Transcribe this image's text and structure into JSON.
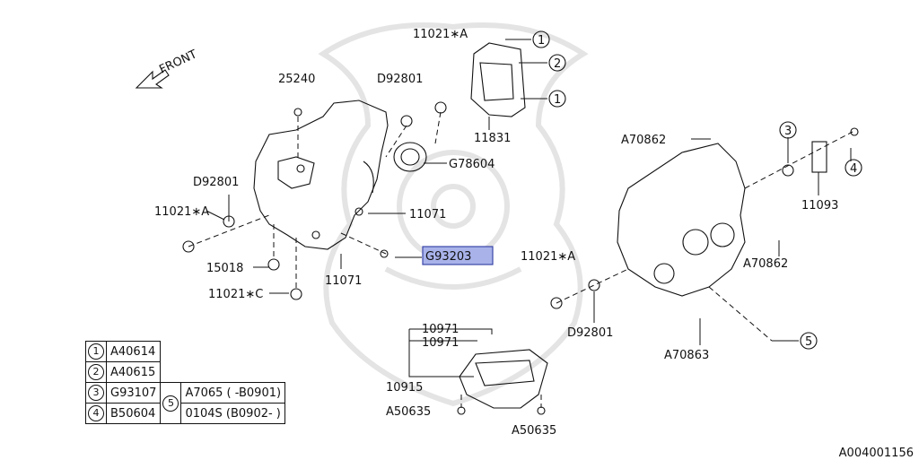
{
  "direction_label": "FRONT",
  "callouts": {
    "c1": "11021∗A",
    "c2": "25240",
    "c3": "D92801",
    "c4": "11831",
    "c5": "G78604",
    "c6": "A70862",
    "c7": "11093",
    "c8": "D92801",
    "c9": "11021∗A",
    "c10": "11071",
    "c11": "G93203",
    "c12": "15018",
    "c13": "11071",
    "c14": "11021∗C",
    "c15": "11021∗A",
    "c16": "A70862",
    "c17": "D92801",
    "c18": "A70863",
    "c19": "10971",
    "c20": "10971",
    "c21": "10915",
    "c22": "A50635",
    "c23": "A50635"
  },
  "ref_marks": {
    "m1": "1",
    "m2": "2",
    "m3": "1",
    "m4": "3",
    "m5": "4",
    "m6": "5"
  },
  "legend": {
    "r1_num": "1",
    "r1_part": "A40614",
    "r2_num": "2",
    "r2_part": "A40615",
    "r3_num": "3",
    "r3_part": "G93107",
    "r4_num": "4",
    "r4_part": "B50604",
    "r5_num": "5",
    "r5_opt1": "A7065 ( -B0901)",
    "r5_opt2": "0104S (B0902- )"
  },
  "highlight_color": "#a9b3ea",
  "diagram_code": "A004001156"
}
